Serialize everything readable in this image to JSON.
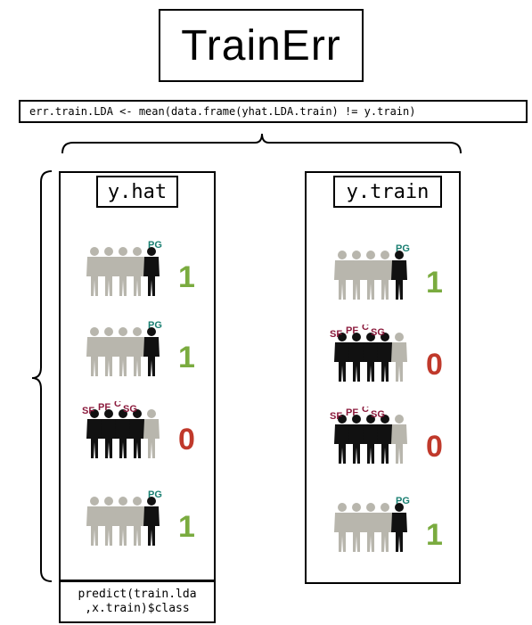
{
  "title": "TrainErr",
  "code": "err.train.LDA <- mean(data.frame(yhat.LDA.train) != y.train)",
  "panels": {
    "left": {
      "label": "y.hat",
      "rows": [
        {
          "value": "1",
          "highlight": "PG"
        },
        {
          "value": "1",
          "highlight": "PG"
        },
        {
          "value": "0",
          "highlight": "SF PF C SG"
        },
        {
          "value": "1",
          "highlight": "PG"
        }
      ]
    },
    "right": {
      "label": "y.train",
      "rows": [
        {
          "value": "1",
          "highlight": "PG"
        },
        {
          "value": "0",
          "highlight": "SF PF C SG"
        },
        {
          "value": "0",
          "highlight": "SF PF C SG"
        },
        {
          "value": "1",
          "highlight": "PG"
        }
      ]
    }
  },
  "predict": {
    "line1": "predict(train.lda",
    "line2": ",x.train)$class"
  },
  "positions": {
    "pg": "PG",
    "sf": "SF",
    "pf": "PF",
    "c": "C",
    "sg": "SG"
  },
  "colors": {
    "one": "#7aab3f",
    "zero": "#c0392b",
    "pg_tag": "#1a7f72",
    "group_tag": "#8b1a3c",
    "silhouette_dark": "#111111",
    "silhouette_light": "#b8b6ad"
  }
}
